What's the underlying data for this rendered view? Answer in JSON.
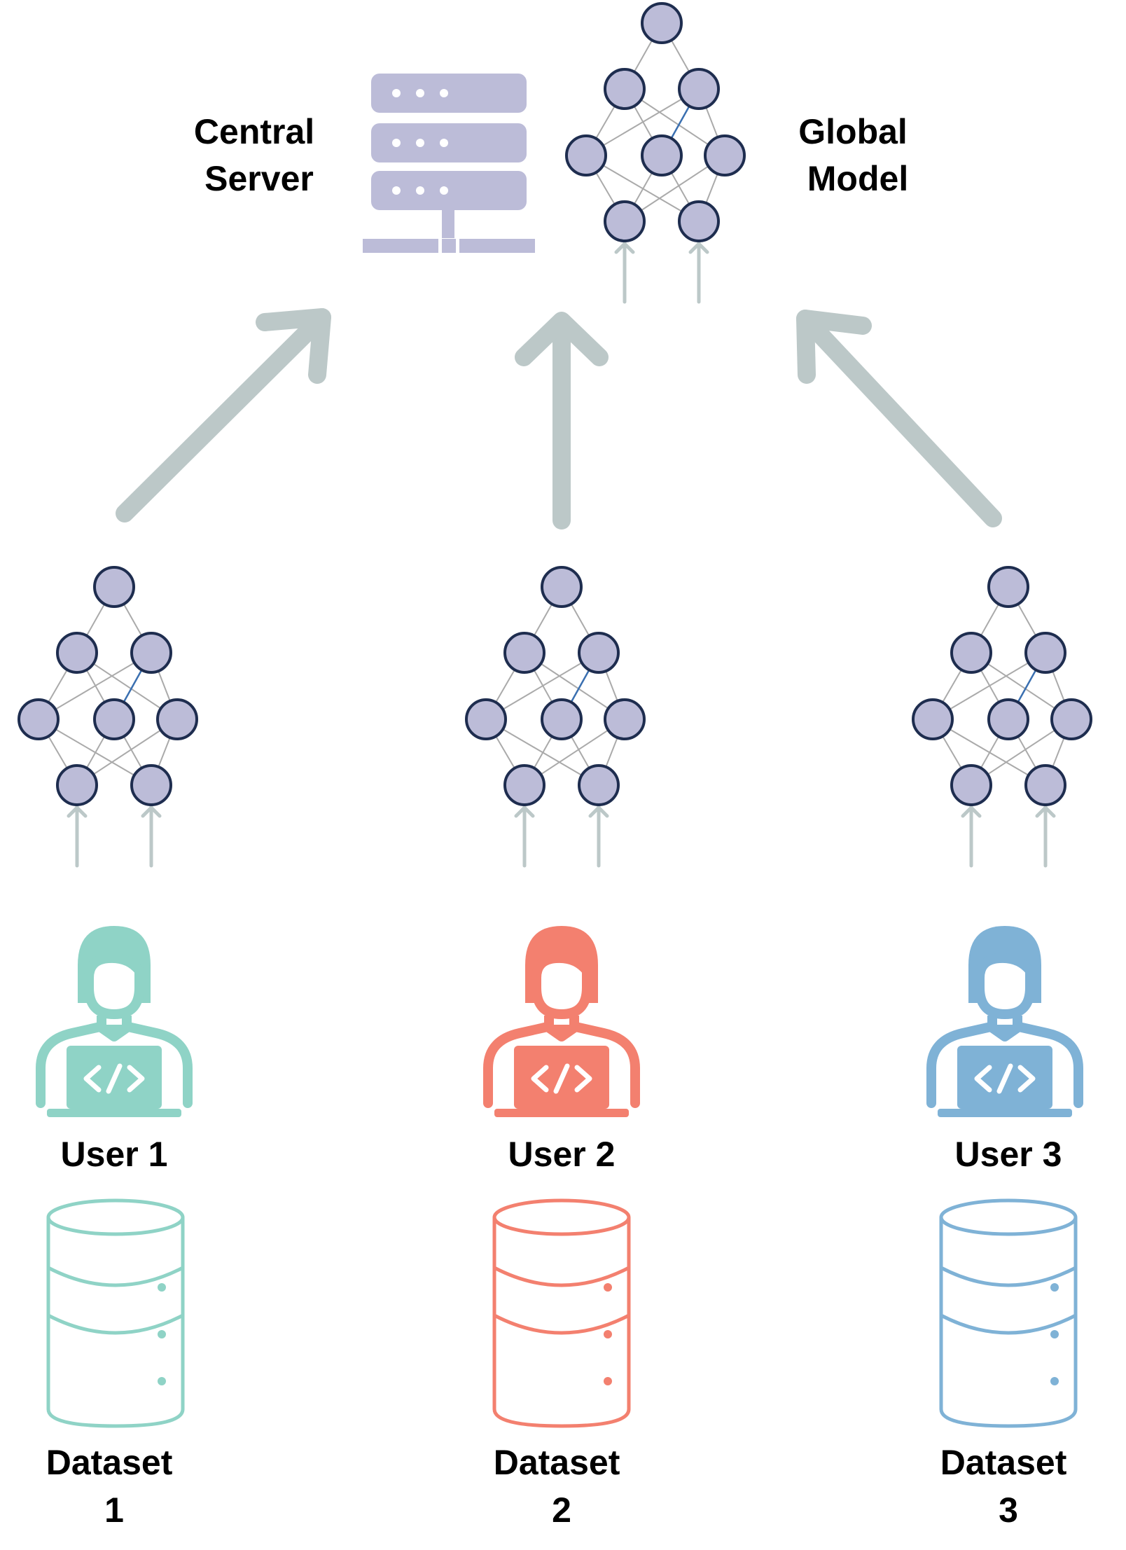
{
  "server": {
    "label_line1": "Central",
    "label_line2": "Server",
    "icon": "server-rack-icon"
  },
  "global_model": {
    "label_line1": "Global",
    "label_line2": "Model",
    "icon": "neural-network-icon"
  },
  "users": [
    {
      "label": "User 1",
      "dataset_line1": "Dataset",
      "dataset_line2": "1",
      "color": "#8fd3c6"
    },
    {
      "label": "User 2",
      "dataset_line1": "Dataset",
      "dataset_line2": "2",
      "color": "#f3806f"
    },
    {
      "label": "User 3",
      "dataset_line1": "Dataset",
      "dataset_line2": "3",
      "color": "#7fb2d6"
    }
  ],
  "colors": {
    "node_fill": "#bcbcd8",
    "node_stroke": "#1e2d4f",
    "edge": "#aaaaaa",
    "highlight_edge": "#3a6fb0",
    "arrow": "#bcc8c8",
    "server": "#bcbcd8"
  }
}
